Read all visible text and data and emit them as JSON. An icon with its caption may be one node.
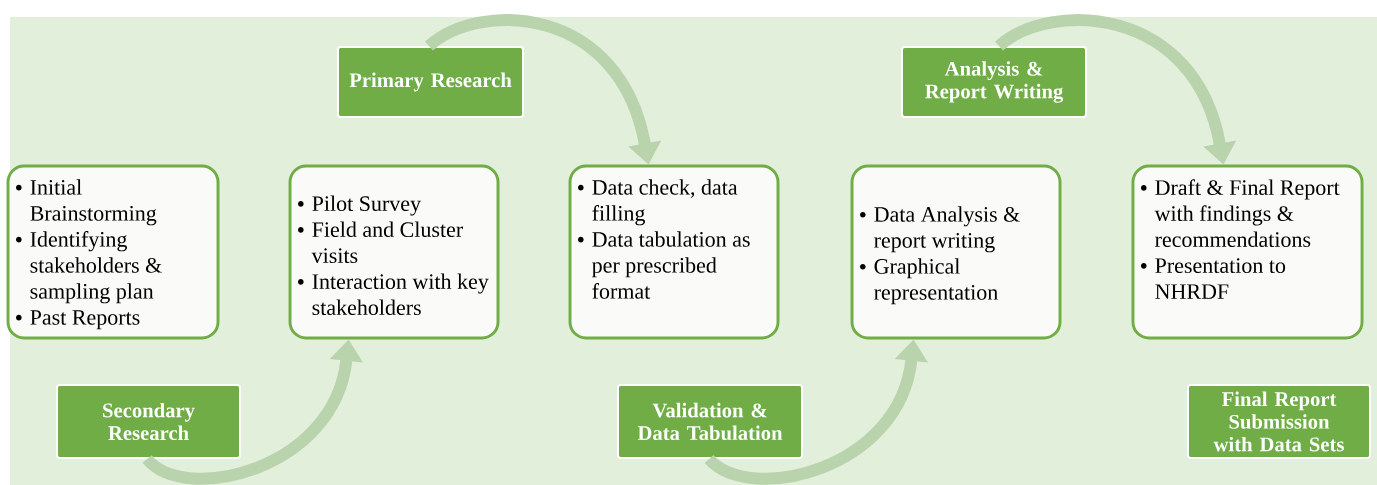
{
  "diagram": {
    "nodes": [
      {
        "text": [
          "Secondary Research"
        ]
      },
      {
        "text": [
          "Initial Brainstorming",
          "Identifying stakeholders & sampling plan",
          "Past Reports"
        ]
      },
      {
        "text": [
          "Primary Research"
        ]
      },
      {
        "text": [
          "Pilot Survey",
          "Field and Cluster visits",
          "Interaction with key stakeholders"
        ]
      },
      {
        "text": [
          "Data check, data filling",
          "Data tabulation as per prescribed format"
        ]
      },
      {
        "text": [
          "Validation & Data Tabulation"
        ]
      },
      {
        "text": [
          "Analysis & Report Writing"
        ]
      },
      {
        "text": [
          "Data Analysis & report writing",
          "Graphical representation"
        ]
      },
      {
        "text": [
          "Draft & Final Report with findings & recommendations",
          "Presentation to NHRDF"
        ]
      },
      {
        "text": [
          "Final Report Submission with Data Sets"
        ]
      }
    ],
    "edges": [
      {
        "from": 0,
        "to": 3,
        "arrow": "to"
      },
      {
        "from": 2,
        "to": 4,
        "arrow": "to"
      },
      {
        "from": 5,
        "to": 7,
        "arrow": "to"
      },
      {
        "from": 6,
        "to": 8,
        "arrow": "to"
      }
    ]
  }
}
